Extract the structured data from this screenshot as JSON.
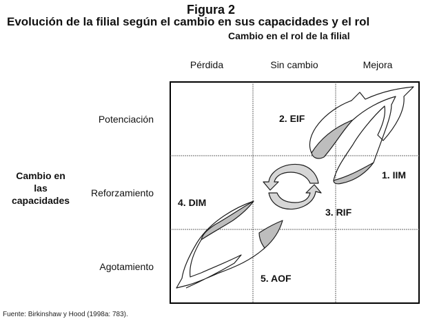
{
  "figure": {
    "number_label": "Figura 2",
    "title": "Evolución de la filial según el cambio en sus capacidades y el rol",
    "x_axis_title": "Cambio en el rol de la filial",
    "y_axis_title": "Cambio en las capacidades",
    "y_axis_lines": [
      "Cambio en",
      "las",
      "capacidades"
    ],
    "columns": [
      "Pérdida",
      "Sin cambio",
      "Mejora"
    ],
    "rows": [
      "Potenciación",
      "Reforzamiento",
      "Agotamiento"
    ],
    "cells": {
      "eif": "2. EIF",
      "iim": "1. IIM",
      "rif": "3.  RIF",
      "dim": "4. DIM",
      "aof": "5. AOF"
    },
    "source": "Fuente: Birkinshaw y Hood (1998a: 783).",
    "colors": {
      "arrow_fill": "#bdbdbd",
      "arrow_stroke": "#1a1a1a",
      "grid_border": "#000000",
      "grid_inner": "#555555"
    }
  }
}
